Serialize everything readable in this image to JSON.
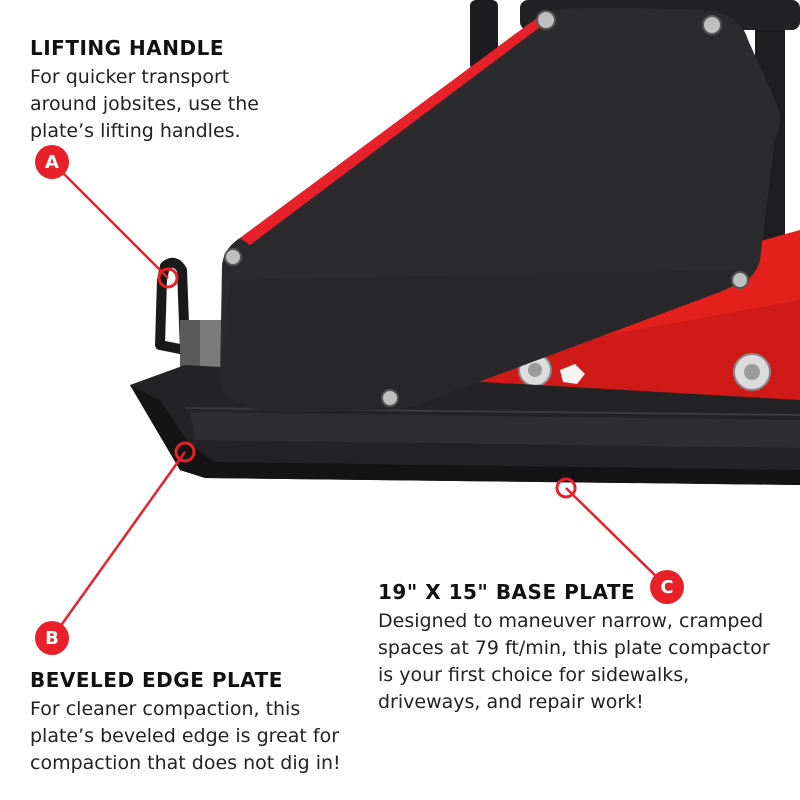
{
  "colors": {
    "accent": "#e8202a",
    "housing": "#2b2b2e",
    "frame_red": "#e3201c"
  },
  "callouts": {
    "a": {
      "badge": "A",
      "title": "LIFTING HANDLE",
      "line1": "For quicker transport",
      "line2": "around jobsites, use the",
      "line3": "plate’s lifting handles."
    },
    "b": {
      "badge": "B",
      "title": "BEVELED EDGE PLATE",
      "line1": "For cleaner compaction, this",
      "line2": "plate’s beveled edge is great for",
      "line3": "compaction that does not dig in!"
    },
    "c": {
      "badge": "C",
      "title": "19\" X 15\" BASE PLATE",
      "line1": "Designed to maneuver narrow, cramped",
      "line2": "spaces at 79 ft/min, this plate compactor",
      "line3": "is your first choice for sidewalks,",
      "line4": "driveways, and repair work!"
    }
  }
}
